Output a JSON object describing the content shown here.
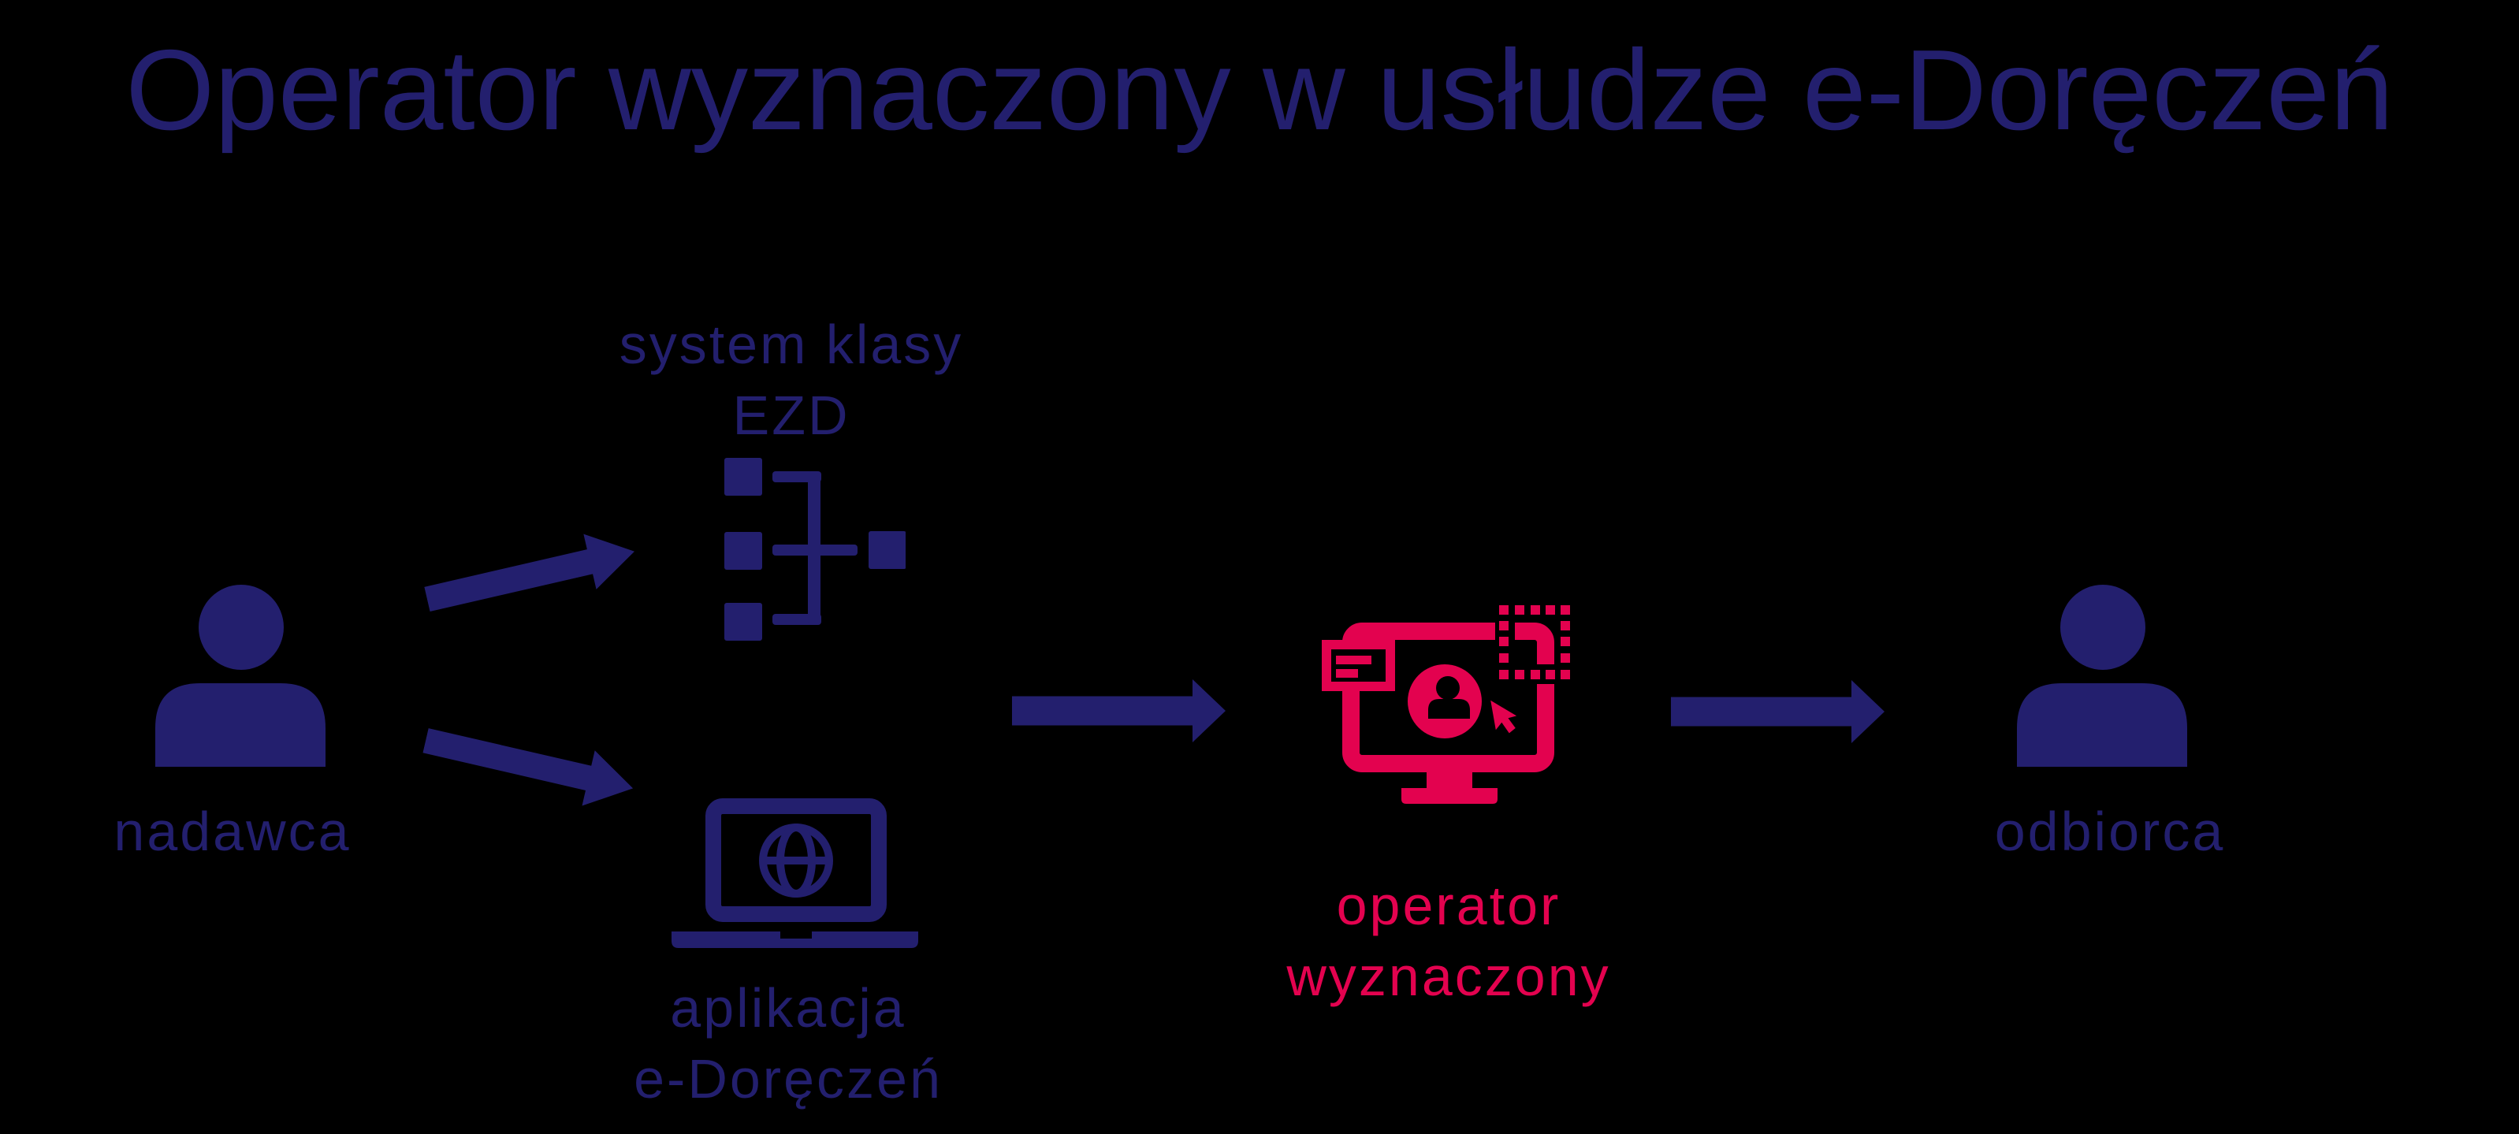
{
  "title": "Operator wyznaczony w usłudze e-Doręczeń",
  "colors": {
    "background": "#000000",
    "primary_navy": "#231F6E",
    "accent_pink": "#E3024F"
  },
  "diagram": {
    "sender": {
      "label": "nadawca",
      "icon": "person-icon"
    },
    "ezd_system": {
      "label_line1": "system klasy",
      "label_line2": "EZD",
      "icon": "org-structure-icon"
    },
    "edelivery_app": {
      "label_line1": "aplikacja",
      "label_line2": "e-Doręczeń",
      "icon": "laptop-globe-icon"
    },
    "designated_operator": {
      "label_line1": "operator",
      "label_line2": "wyznaczony",
      "icon": "monitor-contact-cursor-icon"
    },
    "receiver": {
      "label": "odbiorca",
      "icon": "person-icon"
    },
    "arrows": [
      {
        "name": "sender-to-ezd-arrow"
      },
      {
        "name": "sender-to-app-arrow"
      },
      {
        "name": "systems-to-operator-arrow"
      },
      {
        "name": "operator-to-receiver-arrow"
      }
    ]
  }
}
